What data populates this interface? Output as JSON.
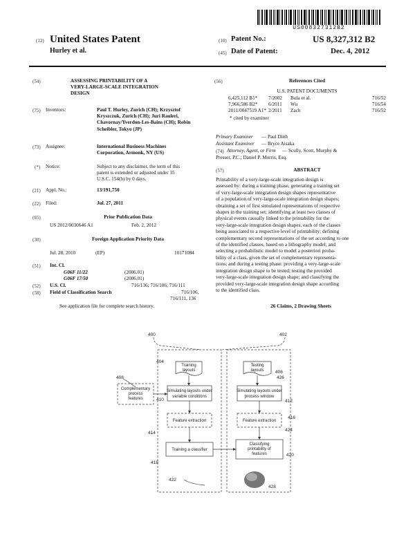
{
  "barcode": {
    "number": "US008327312B2"
  },
  "header": {
    "code_country": "(12)",
    "country_title": "United States Patent",
    "inventor_short": "Hurley et al.",
    "code_patent_no": "(10)",
    "patent_no_label": "Patent No.:",
    "patent_no": "US 8,327,312 B2",
    "code_date": "(45)",
    "date_label": "Date of Patent:",
    "date": "Dec. 4, 2012"
  },
  "left": {
    "title_code": "(54)",
    "title_lines": [
      "ASSESSING PRINTABILITY OF A",
      "VERY-LARGE-SCALE INTEGRATION",
      "DESIGN"
    ],
    "inventors_code": "(75)",
    "inventors_label": "Inventors:",
    "inventors_lines": [
      "Paul T. Hurley, Zurich (CH); Krzysztof",
      "Kryszczuk, Zurich (CH); Juri Rauleri,",
      "Chavornay/Yverdon-Les-Bains (CH); Robin",
      "Scheibler, Tokyo (JP)"
    ],
    "assignee_code": "(73)",
    "assignee_label": "Assignee:",
    "assignee_lines": [
      "International Business Machines",
      "Corporation, Armonk, NY (US)"
    ],
    "notice_code": "(*)",
    "notice_label": "Notice:",
    "notice_lines": [
      "Subject to any disclaimer, the term of this",
      "patent is extended or adjusted under 35",
      "U.S.C. 154(b) by 0 days."
    ],
    "appl_code": "(21)",
    "appl_label": "Appl. No.:",
    "appl_no": "13/191,750",
    "filed_code": "(22)",
    "filed_label": "Filed:",
    "filed_date": "Jul. 27, 2011",
    "prior_code": "(65)",
    "prior_heading": "Prior Publication Data",
    "prior_pub": "US 2012/0030646 A1",
    "prior_date": "Feb. 2, 2012",
    "foreign_code": "(30)",
    "foreign_heading": "Foreign Application Priority Data",
    "foreign_date": "Jul. 28, 2010",
    "foreign_country": "(EP)",
    "foreign_no": "10171084",
    "intcl_code": "(51)",
    "intcl_label": "Int. Cl.",
    "intcl_rows": [
      {
        "cls": "G06F 11/22",
        "ver": "(2006.01)"
      },
      {
        "cls": "G06F 17/50",
        "ver": "(2006.01)"
      }
    ],
    "uscl_code": "(52)",
    "uscl_label": "U.S. Cl.",
    "uscl_value": "716/136; 716/106; 716/111",
    "field_code": "(58)",
    "field_label": "Field of Classification Search",
    "field_value_1": "716/106,",
    "field_value_2": "716/111, 136",
    "see_note": "See application file for complete search history."
  },
  "right": {
    "refs_code": "(56)",
    "refs_heading": "References Cited",
    "us_docs_heading": "U.S. PATENT DOCUMENTS",
    "refs": [
      {
        "no": "6,425,112 B1*",
        "date": "7/2002",
        "name": "Bula et al.",
        "cls": "716/52"
      },
      {
        "no": "7,966,586 B2*",
        "date": "6/2011",
        "name": "Wu",
        "cls": "716/54"
      },
      {
        "no": "2011/0047519 A1*",
        "date": "2/2011",
        "name": "Zach",
        "cls": "716/52"
      }
    ],
    "cited_note": "* cited by examiner",
    "primary_label": "Primary Examiner",
    "primary_name": "— Paul Dinh",
    "assistant_label": "Assistant Examiner",
    "assistant_name": "— Bryce Aisaka",
    "attorney_code": "(74)",
    "attorney_label": "Attorney, Agent, or Firm",
    "attorney_text_1": "— Scully, Scott, Murphy &",
    "attorney_text_2": "Presser, P.C.; Daniel P. Morris, Esq.",
    "abstract_code": "(57)",
    "abstract_heading": "ABSTRACT",
    "abstract_lines": [
      "Printability of a very-large-scale integration design is",
      "assessed by: during a training phase, generating a training set",
      "of very-large-scale integration design shapes representative",
      "of a population of very-large-scale integration design shapes;",
      "obtaining a set of first simulated representations of respective",
      "shapes in the training set; identifying at least two classes of",
      "physical events causally linked to the printability for the",
      "very-large-scale integration design shapes, each of the classes",
      "being associated to a respective level of printability; defining",
      "complementary second representations of the set according to one",
      "of the identified classes, based on a lithography model; and",
      "selecting a probabilistic model to model a posteriori proba-",
      "bility of a class, given the set of complementary representa-",
      "tions; and during a testing phase: providing a very-large-scale",
      "integration design shape to be tested; testing the provided",
      "very-large-scale integration design shape; and classifying the",
      "provided very-large-scale integration design shape according",
      "to the identified class."
    ],
    "claims": "26 Claims, 2 Drawing Sheets"
  },
  "diagram": {
    "ref_400": "400",
    "ref_402": "402",
    "ref_404": "404",
    "ref_406": "406",
    "ref_408": "408",
    "ref_410": "410",
    "ref_412": "412",
    "ref_414": "414",
    "ref_416": "416",
    "ref_418": "418",
    "ref_420": "420",
    "ref_422": "422",
    "ref_424": "424",
    "ref_426": "426",
    "ref_428": "428",
    "training_layouts": [
      "Training",
      "layouts"
    ],
    "testing_layouts": [
      "Testing",
      "layouts"
    ],
    "sim_left": [
      "Simulating layouts under",
      "variable conditions"
    ],
    "sim_right": [
      "Simulating layouts under",
      "process window"
    ],
    "complementary": [
      "Complementary",
      "process",
      "features"
    ],
    "feat_extract_left": "Feature extraction",
    "feat_extract_right": "Feature extraction",
    "training_classifier": "Training a classifier",
    "classifying": [
      "Classifying",
      "printability of",
      "features"
    ]
  }
}
